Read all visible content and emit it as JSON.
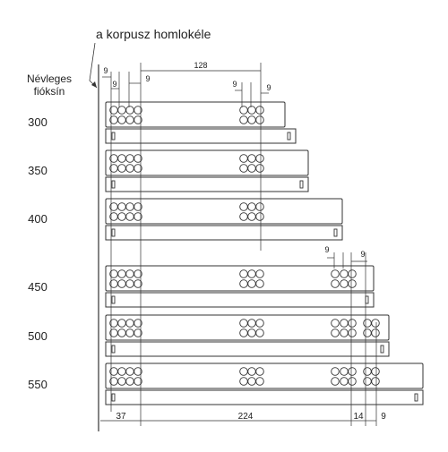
{
  "header_title": "a korpusz homlokéle",
  "side_label_line1": "Névleges",
  "side_label_line2": "fióksín",
  "sizes": [
    "300",
    "350",
    "400",
    "450",
    "500",
    "550"
  ],
  "top_dims": {
    "d9a": "9",
    "d9b": "9",
    "d9c": "9",
    "d128": "128",
    "d9d": "9",
    "d9e": "9"
  },
  "mid_dims": {
    "d9a": "9",
    "d9b": "9"
  },
  "bottom_dims": {
    "d37": "37",
    "d224": "224",
    "d14": "14",
    "d9": "9"
  },
  "colors": {
    "line": "#333333",
    "text": "#222222",
    "background": "#ffffff"
  }
}
